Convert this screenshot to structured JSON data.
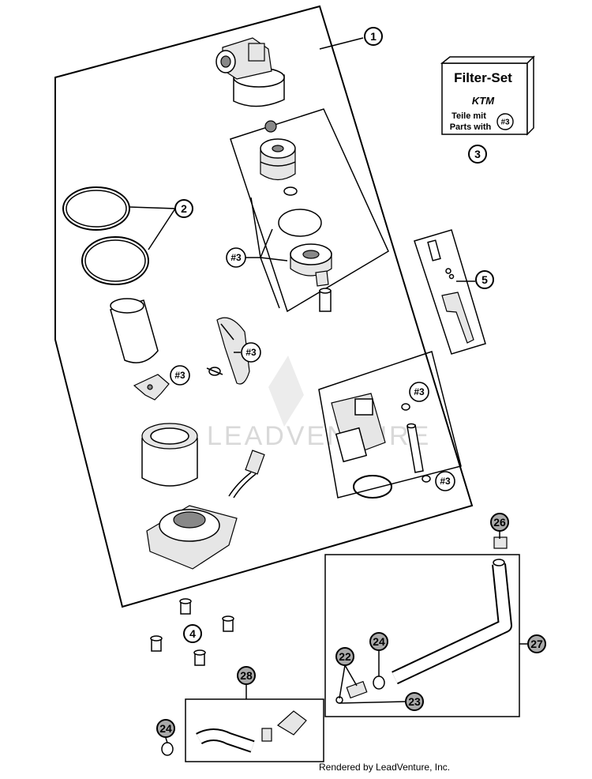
{
  "callouts": {
    "c1": "1",
    "c2": "2",
    "c3": "3",
    "c4": "4",
    "c5": "5",
    "c22": "22",
    "c23": "23",
    "c24a": "24",
    "c24b": "24",
    "c26": "26",
    "c27": "27",
    "c28": "28"
  },
  "refs": {
    "r1": "#3",
    "r2": "#3",
    "r3": "#3",
    "r4": "#3",
    "r5": "#3",
    "r6": "#3"
  },
  "filter_set": {
    "title": "Filter-Set",
    "brand": "KTM",
    "line1": "Teile mit",
    "line2": "Parts with",
    "ref": "#3"
  },
  "watermark": "LEADVENTURE",
  "footer": "Rendered by LeadVenture, Inc."
}
